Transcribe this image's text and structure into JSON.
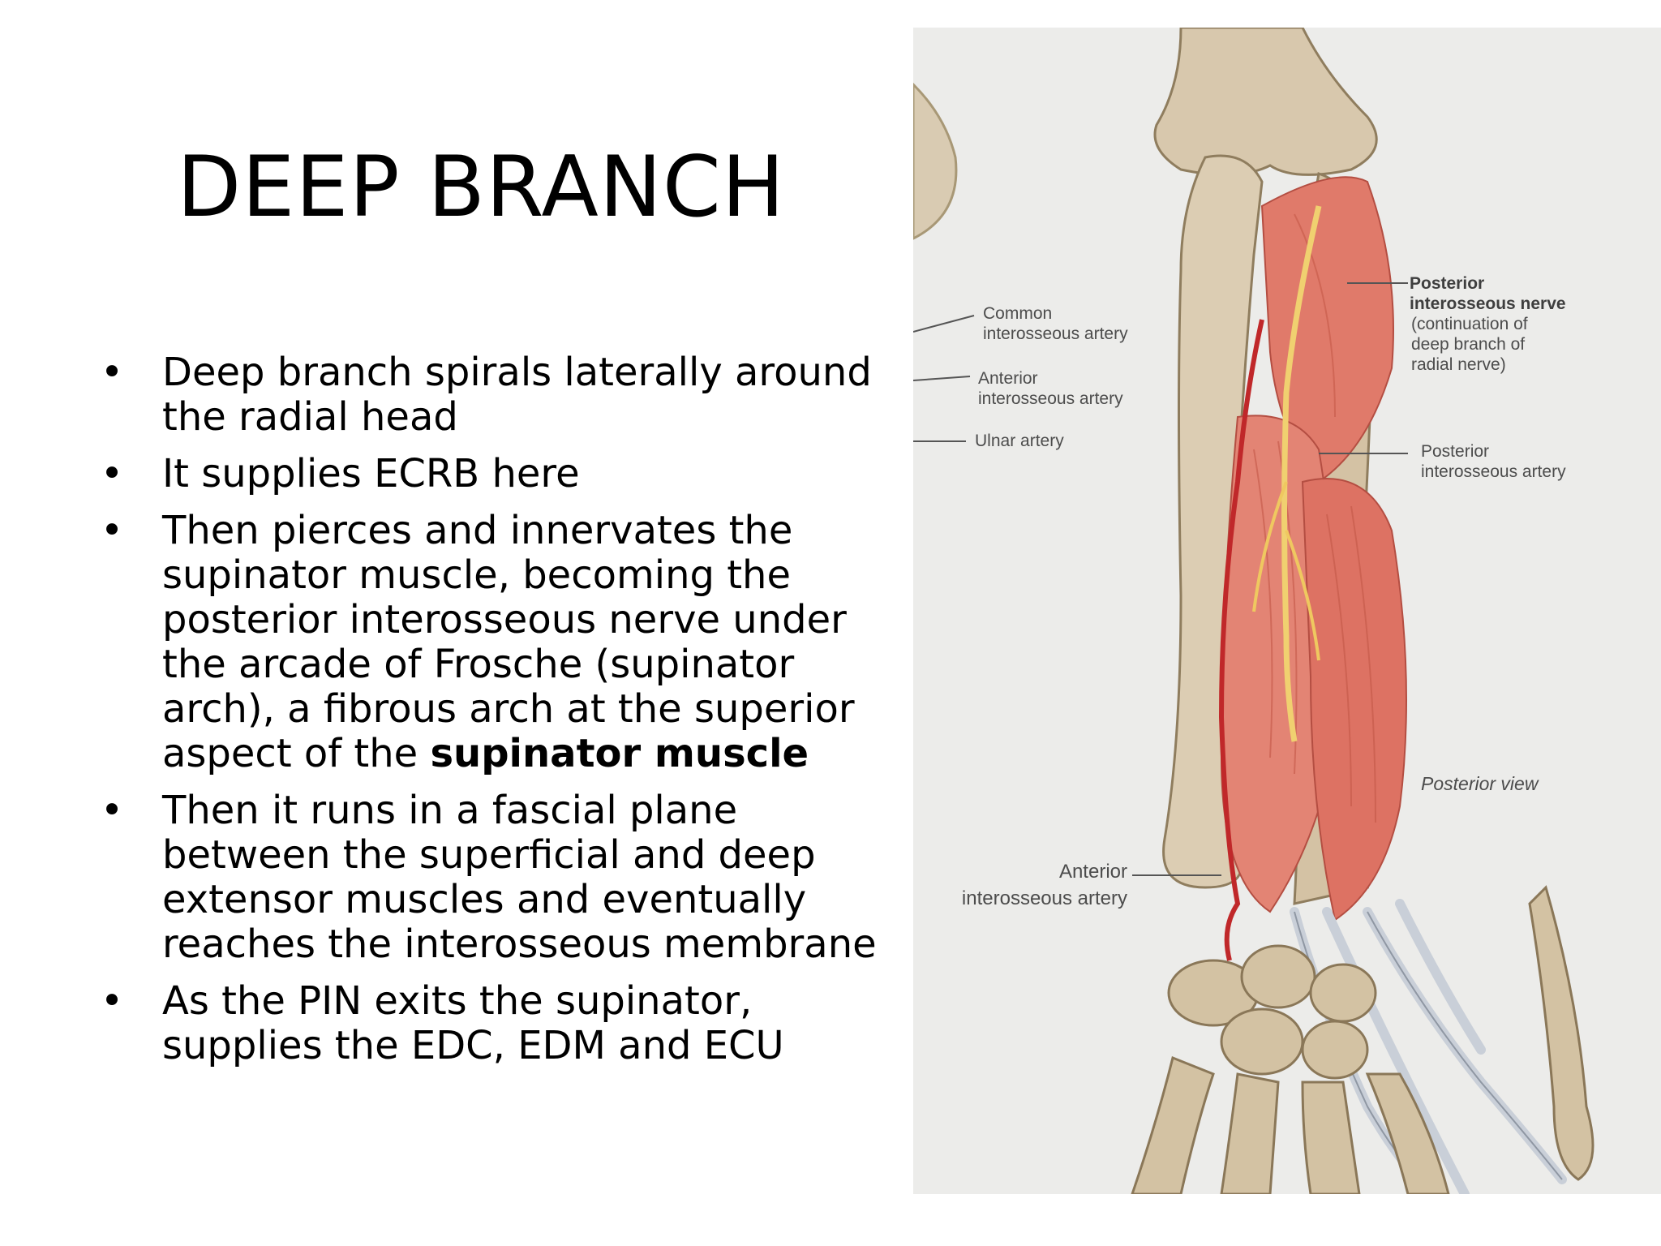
{
  "slide": {
    "title": "DEEP BRANCH",
    "bullets": [
      {
        "text": "Deep branch spirals laterally around the radial head"
      },
      {
        "text": "It supplies ECRB here"
      },
      {
        "text": "Then pierces and innervates the supinator muscle, becoming the posterior interosseous nerve under the arcade of Frosche (supinator arch), a fibrous arch at the superior aspect of the ",
        "bold": "supinator muscle"
      },
      {
        "text": "Then it runs in a fascial plane between the superficial and deep extensor muscles and eventually reaches the interosseous membrane"
      },
      {
        "text": "As the PIN exits the supinator, supplies the EDC, EDM and ECU"
      }
    ],
    "bullet_glyph": "•"
  },
  "figure": {
    "labels": {
      "common_interosseous": [
        "Common",
        "interosseous artery"
      ],
      "anterior_interosseous_top": [
        "Anterior",
        "interosseous artery"
      ],
      "ulnar_artery": "Ulnar artery",
      "posterior_interosseous_nerve": [
        "Posterior",
        "interosseous nerve"
      ],
      "continuation": [
        "(continuation of",
        "deep branch of",
        "radial nerve)"
      ],
      "posterior_interosseous_artery": [
        "Posterior",
        "interosseous artery"
      ],
      "posterior_view": "Posterior view",
      "anterior_interosseous_bottom": [
        "Anterior",
        "interosseous artery"
      ]
    },
    "colors": {
      "background": "#ececea",
      "bone": "#d8c8ad",
      "muscle": "#e07a6a",
      "nerve": "#f0d070",
      "artery": "#c0282a",
      "tendon": "#c9cfd8"
    }
  }
}
